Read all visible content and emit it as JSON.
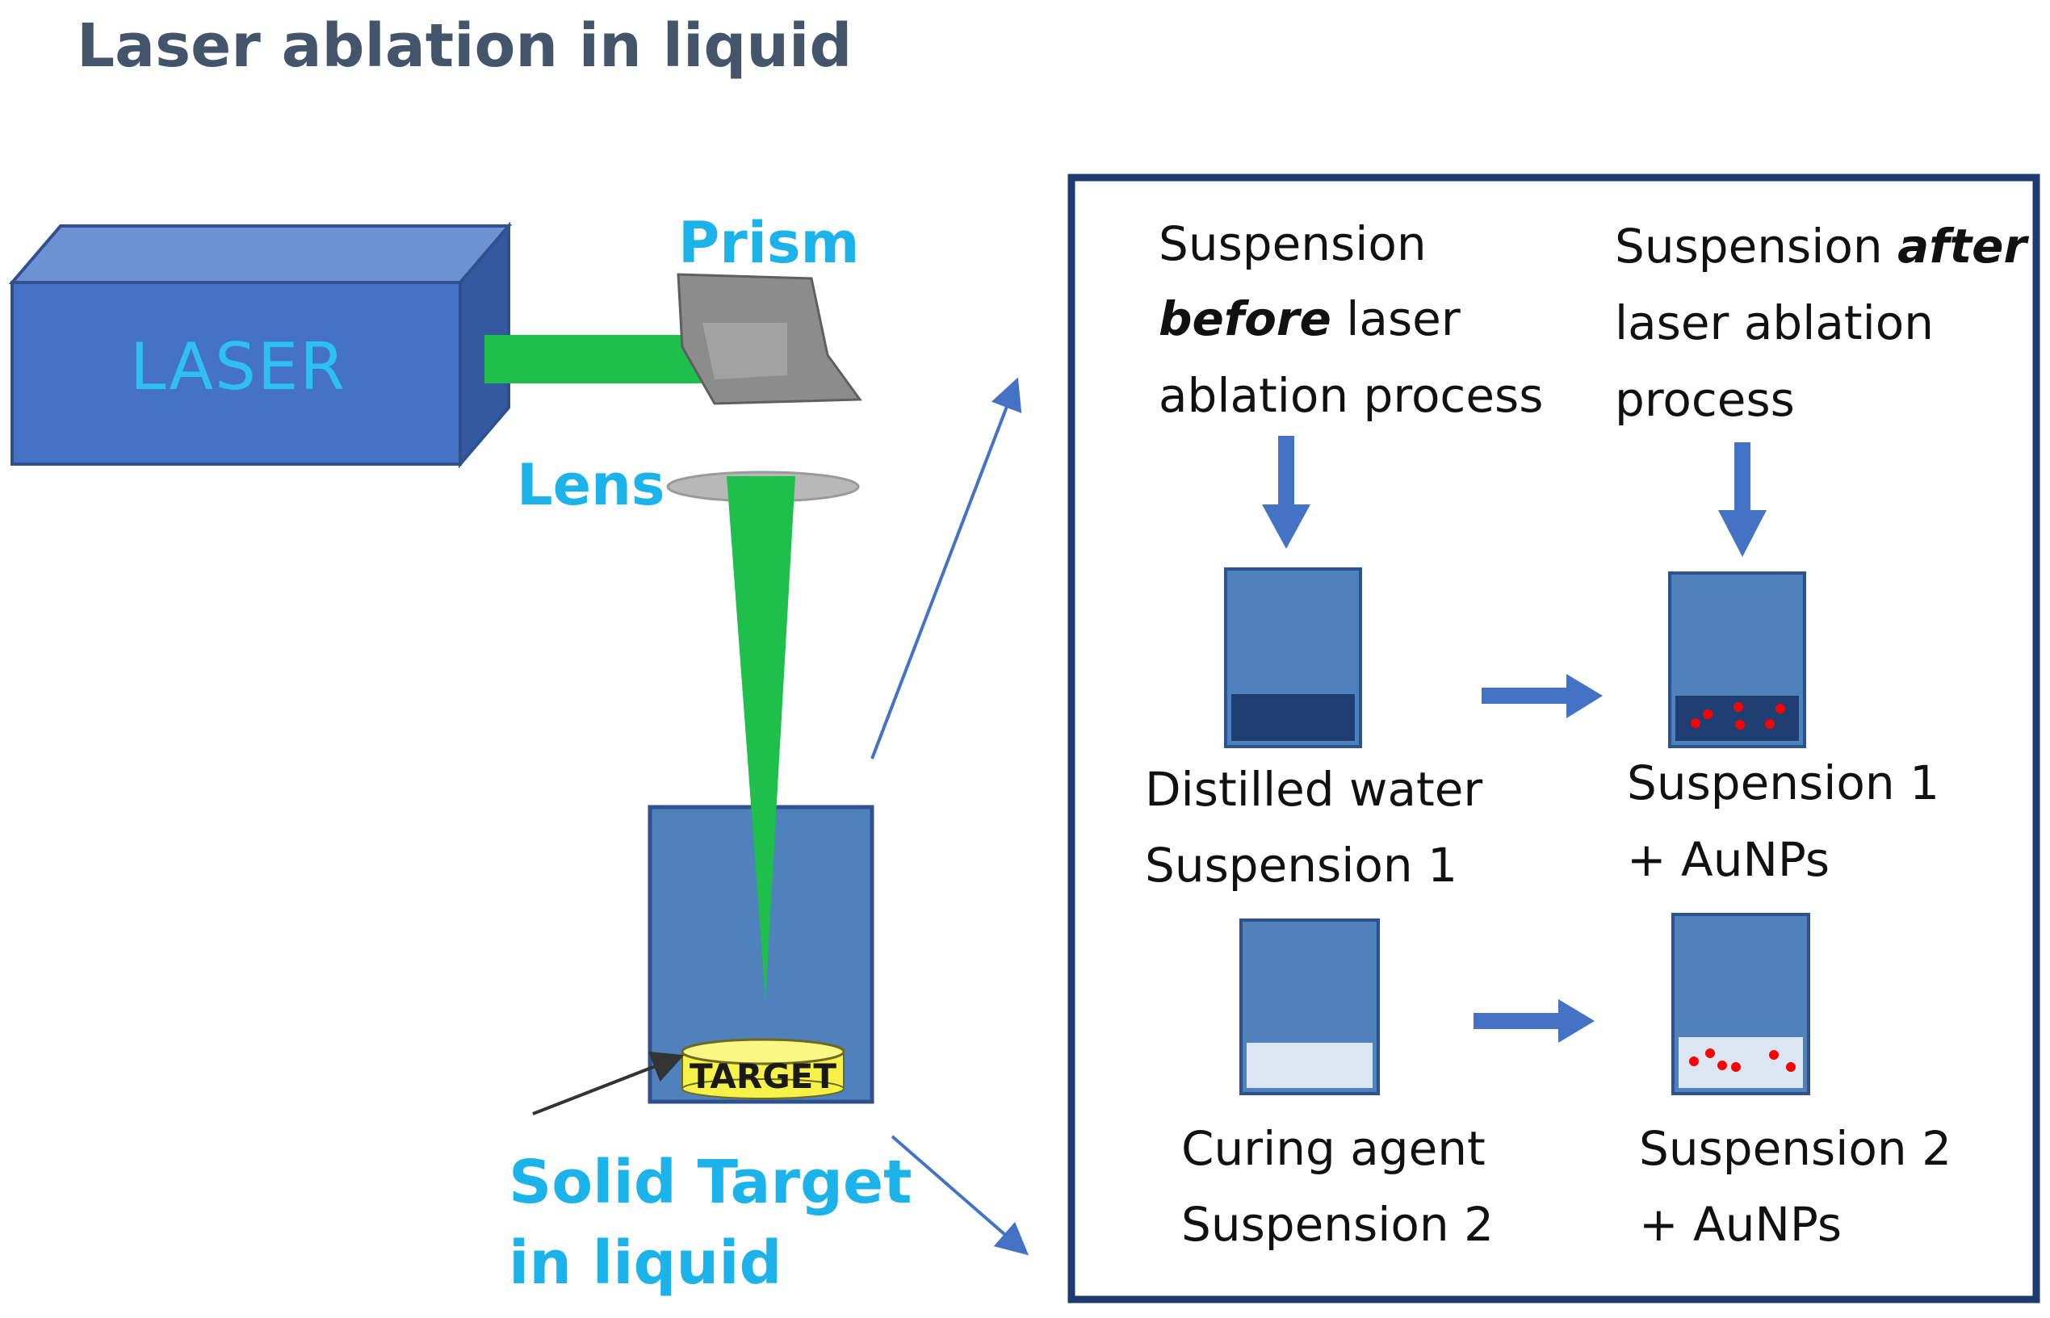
{
  "title": "Laser ablation in liquid",
  "setup": {
    "laser_label": "LASER",
    "prism_label": "Prism",
    "lens_label": "Lens",
    "target_text": "TARGET",
    "solid_target_line1": "Solid Target",
    "solid_target_line2": "in liquid"
  },
  "panel": {
    "before_header": {
      "line1": "Suspension",
      "line2_emph": "before",
      "line2_rest": " laser",
      "line3": "ablation process"
    },
    "after_header": {
      "line1_rest": "Suspension ",
      "line1_emph": "after",
      "line2": "laser ablation",
      "line3": "process"
    },
    "row1_left": {
      "line1": "Distilled water",
      "line2": "Suspension 1"
    },
    "row1_right": {
      "line1": "Suspension 1",
      "line2": "+ AuNPs"
    },
    "row2_left": {
      "line1": "Curing agent",
      "line2": "Suspension 2"
    },
    "row2_right": {
      "line1": "Suspension 2",
      "line2": "+ AuNPs"
    }
  },
  "colors": {
    "laser_body": "#4472c4",
    "beam_green": "#1fbf4b",
    "container_blue": "#4f81bd",
    "dark_liquid": "#1f3f73",
    "light_liquid": "#dce6f2",
    "nanoparticle_red": "#ff0000",
    "panel_border": "#1f3a6e",
    "label_cyan": "#1cb2ea"
  }
}
